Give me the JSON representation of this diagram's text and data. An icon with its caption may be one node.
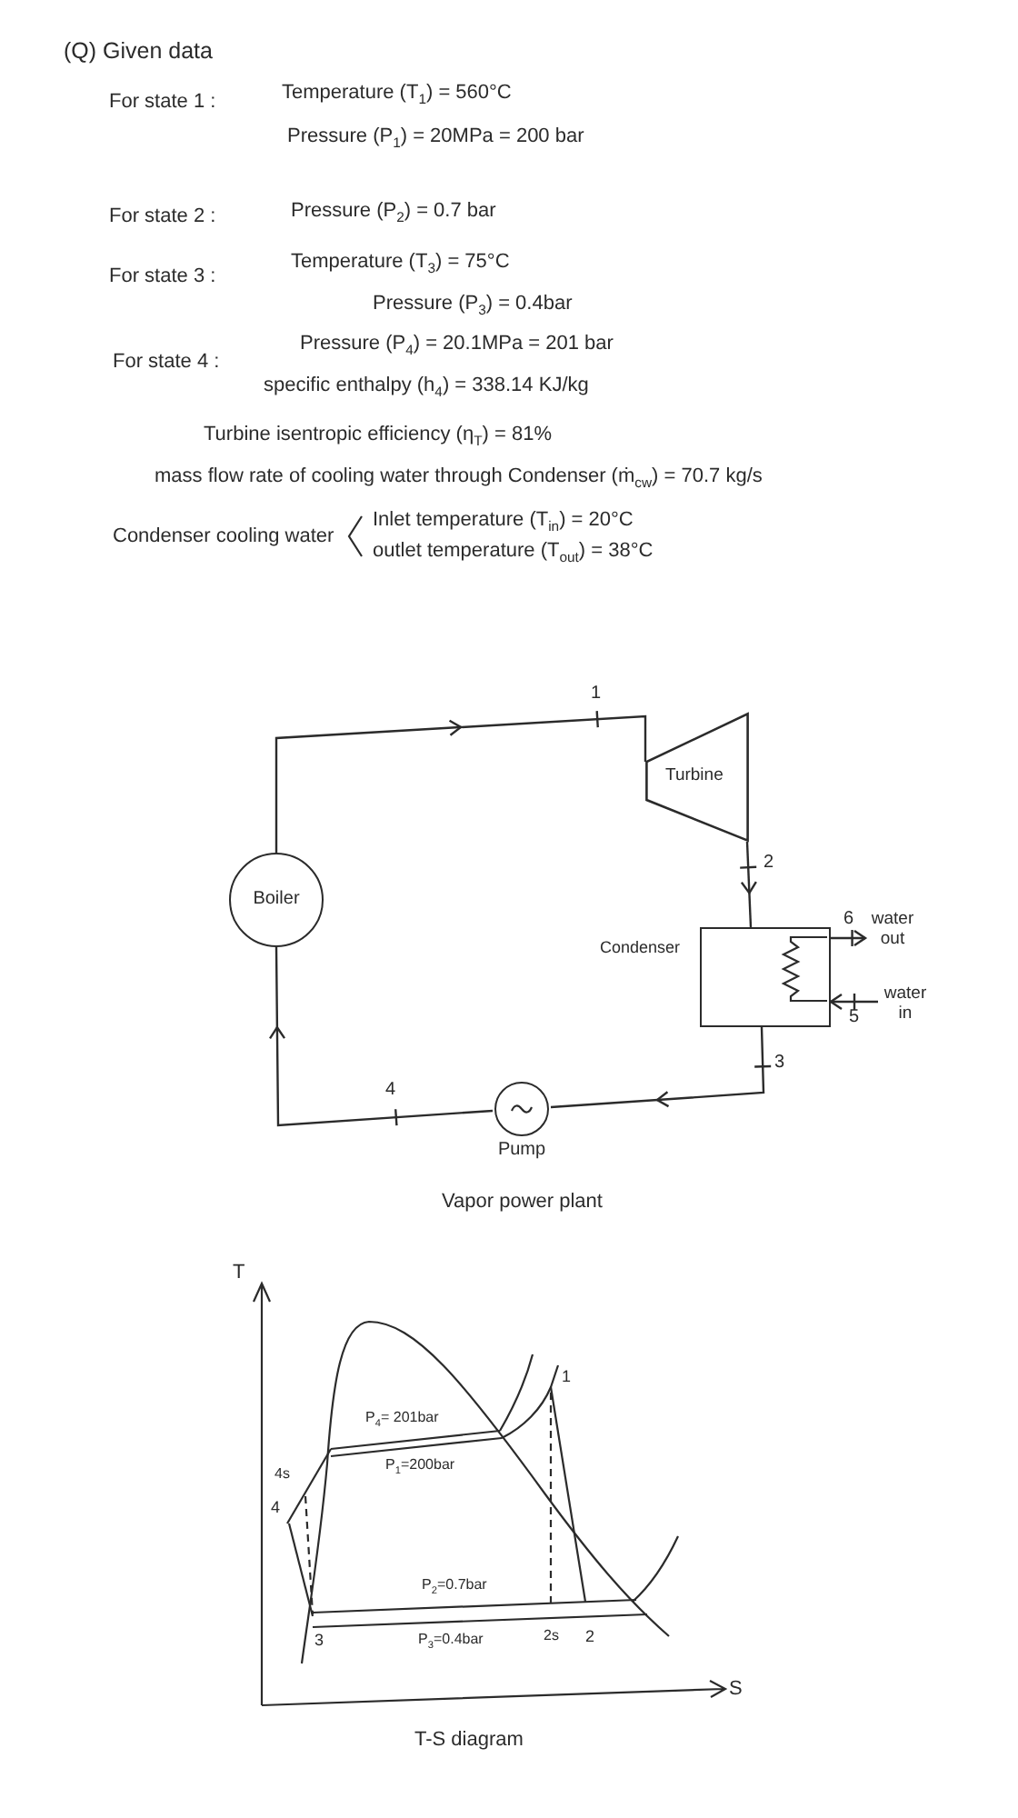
{
  "diagram": {
    "title": "(Q) Given data",
    "nodes": [
      {
        "text": [
          "Boiler"
        ]
      },
      {
        "text": [
          "Turbine"
        ]
      },
      {
        "text": [
          "Condenser"
        ]
      },
      {
        "text": [
          "Pump"
        ]
      },
      {
        "text": [
          "water out"
        ]
      },
      {
        "text": [
          "water in"
        ]
      }
    ],
    "edges": [
      {
        "from": 0,
        "to": 1,
        "arrow": "to",
        "label": "1"
      },
      {
        "from": 1,
        "to": 2,
        "arrow": "to",
        "label": "2"
      },
      {
        "from": 2,
        "to": 3,
        "arrow": "to",
        "label": "3"
      },
      {
        "from": 3,
        "to": 0,
        "arrow": "to",
        "label": "4"
      },
      {
        "from": 2,
        "to": 4,
        "arrow": "to",
        "label": "6"
      },
      {
        "from": 5,
        "to": 2,
        "arrow": "to",
        "label": "5"
      }
    ],
    "labels": [
      "For state 1 :",
      "Temperature (T$_{1}$) = 560°C",
      "Pressure (P$_{1}$) = 20MPa = 200 bar",
      "For state 2 :",
      "Pressure (P$_{2}$) = 0.7 bar",
      "For state 3 :",
      "Temperature (T$_{3}$) = 75°C",
      "Pressure (P$_{3}$) = 0.4bar",
      "For state 4 :",
      "Pressure (P$_{4}$) = 20.1MPa = 201 bar",
      "specific enthalpy (h$_{4}$) = 338.14 KJ/kg",
      "Turbine isentropic efficiency (η$_{T}$) = 81%",
      "mass flow rate of cooling water through Condenser (ṁ$_{cw}$) = 70.7 kg/s",
      "Condenser cooling water",
      "Inlet temperature (T$_{in}$) = 20°C",
      "outlet temperature (T$_{out}$) = 38°C",
      "Vapor power plant",
      "T",
      "P$_{4}$= 201bar",
      "P$_{1}$=200bar",
      "1",
      "4s",
      "4",
      "P$_{2}$=0.7bar",
      "3",
      "P$_{3}$=0.4bar",
      "2s",
      "2",
      "S",
      "T-S diagram"
    ]
  }
}
